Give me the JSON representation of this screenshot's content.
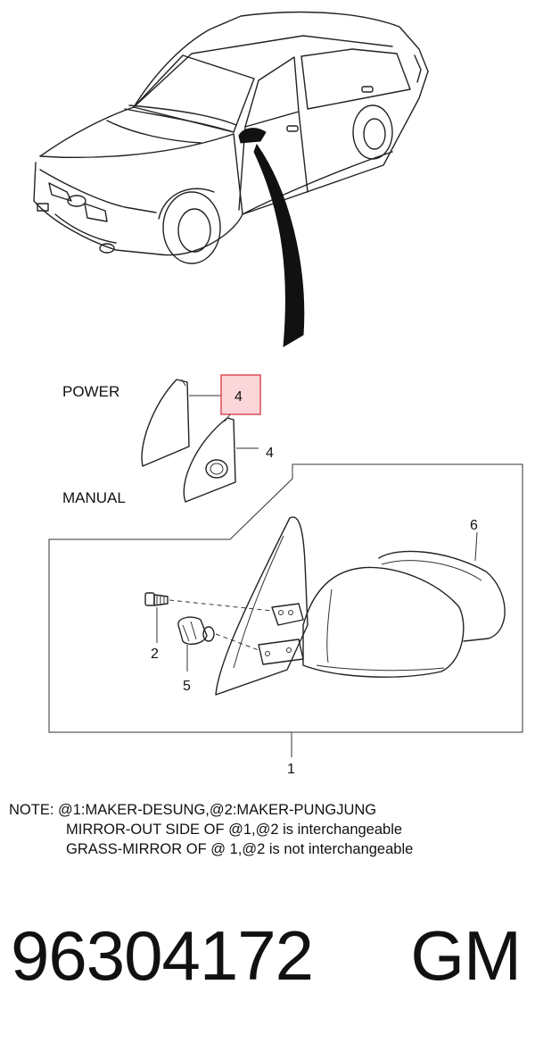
{
  "labels": {
    "power": "POWER",
    "manual": "MANUAL"
  },
  "callouts": {
    "highlighted": "4",
    "glass_manual": "4",
    "mirror_cover": "6",
    "screw": "2",
    "grommet": "5",
    "assembly": "1"
  },
  "note": {
    "line1": "NOTE: @1:MAKER-DESUNG,@2:MAKER-PUNGJUNG",
    "line2": "MIRROR-OUT SIDE OF @1,@2 is interchangeable",
    "line3": "GRASS-MIRROR OF @ 1,@2 is not interchangeable"
  },
  "footer": {
    "part_number": "96304172",
    "brand": "GM"
  },
  "colors": {
    "highlight_border": "#e0545e",
    "highlight_fill": "#fbd7da"
  }
}
